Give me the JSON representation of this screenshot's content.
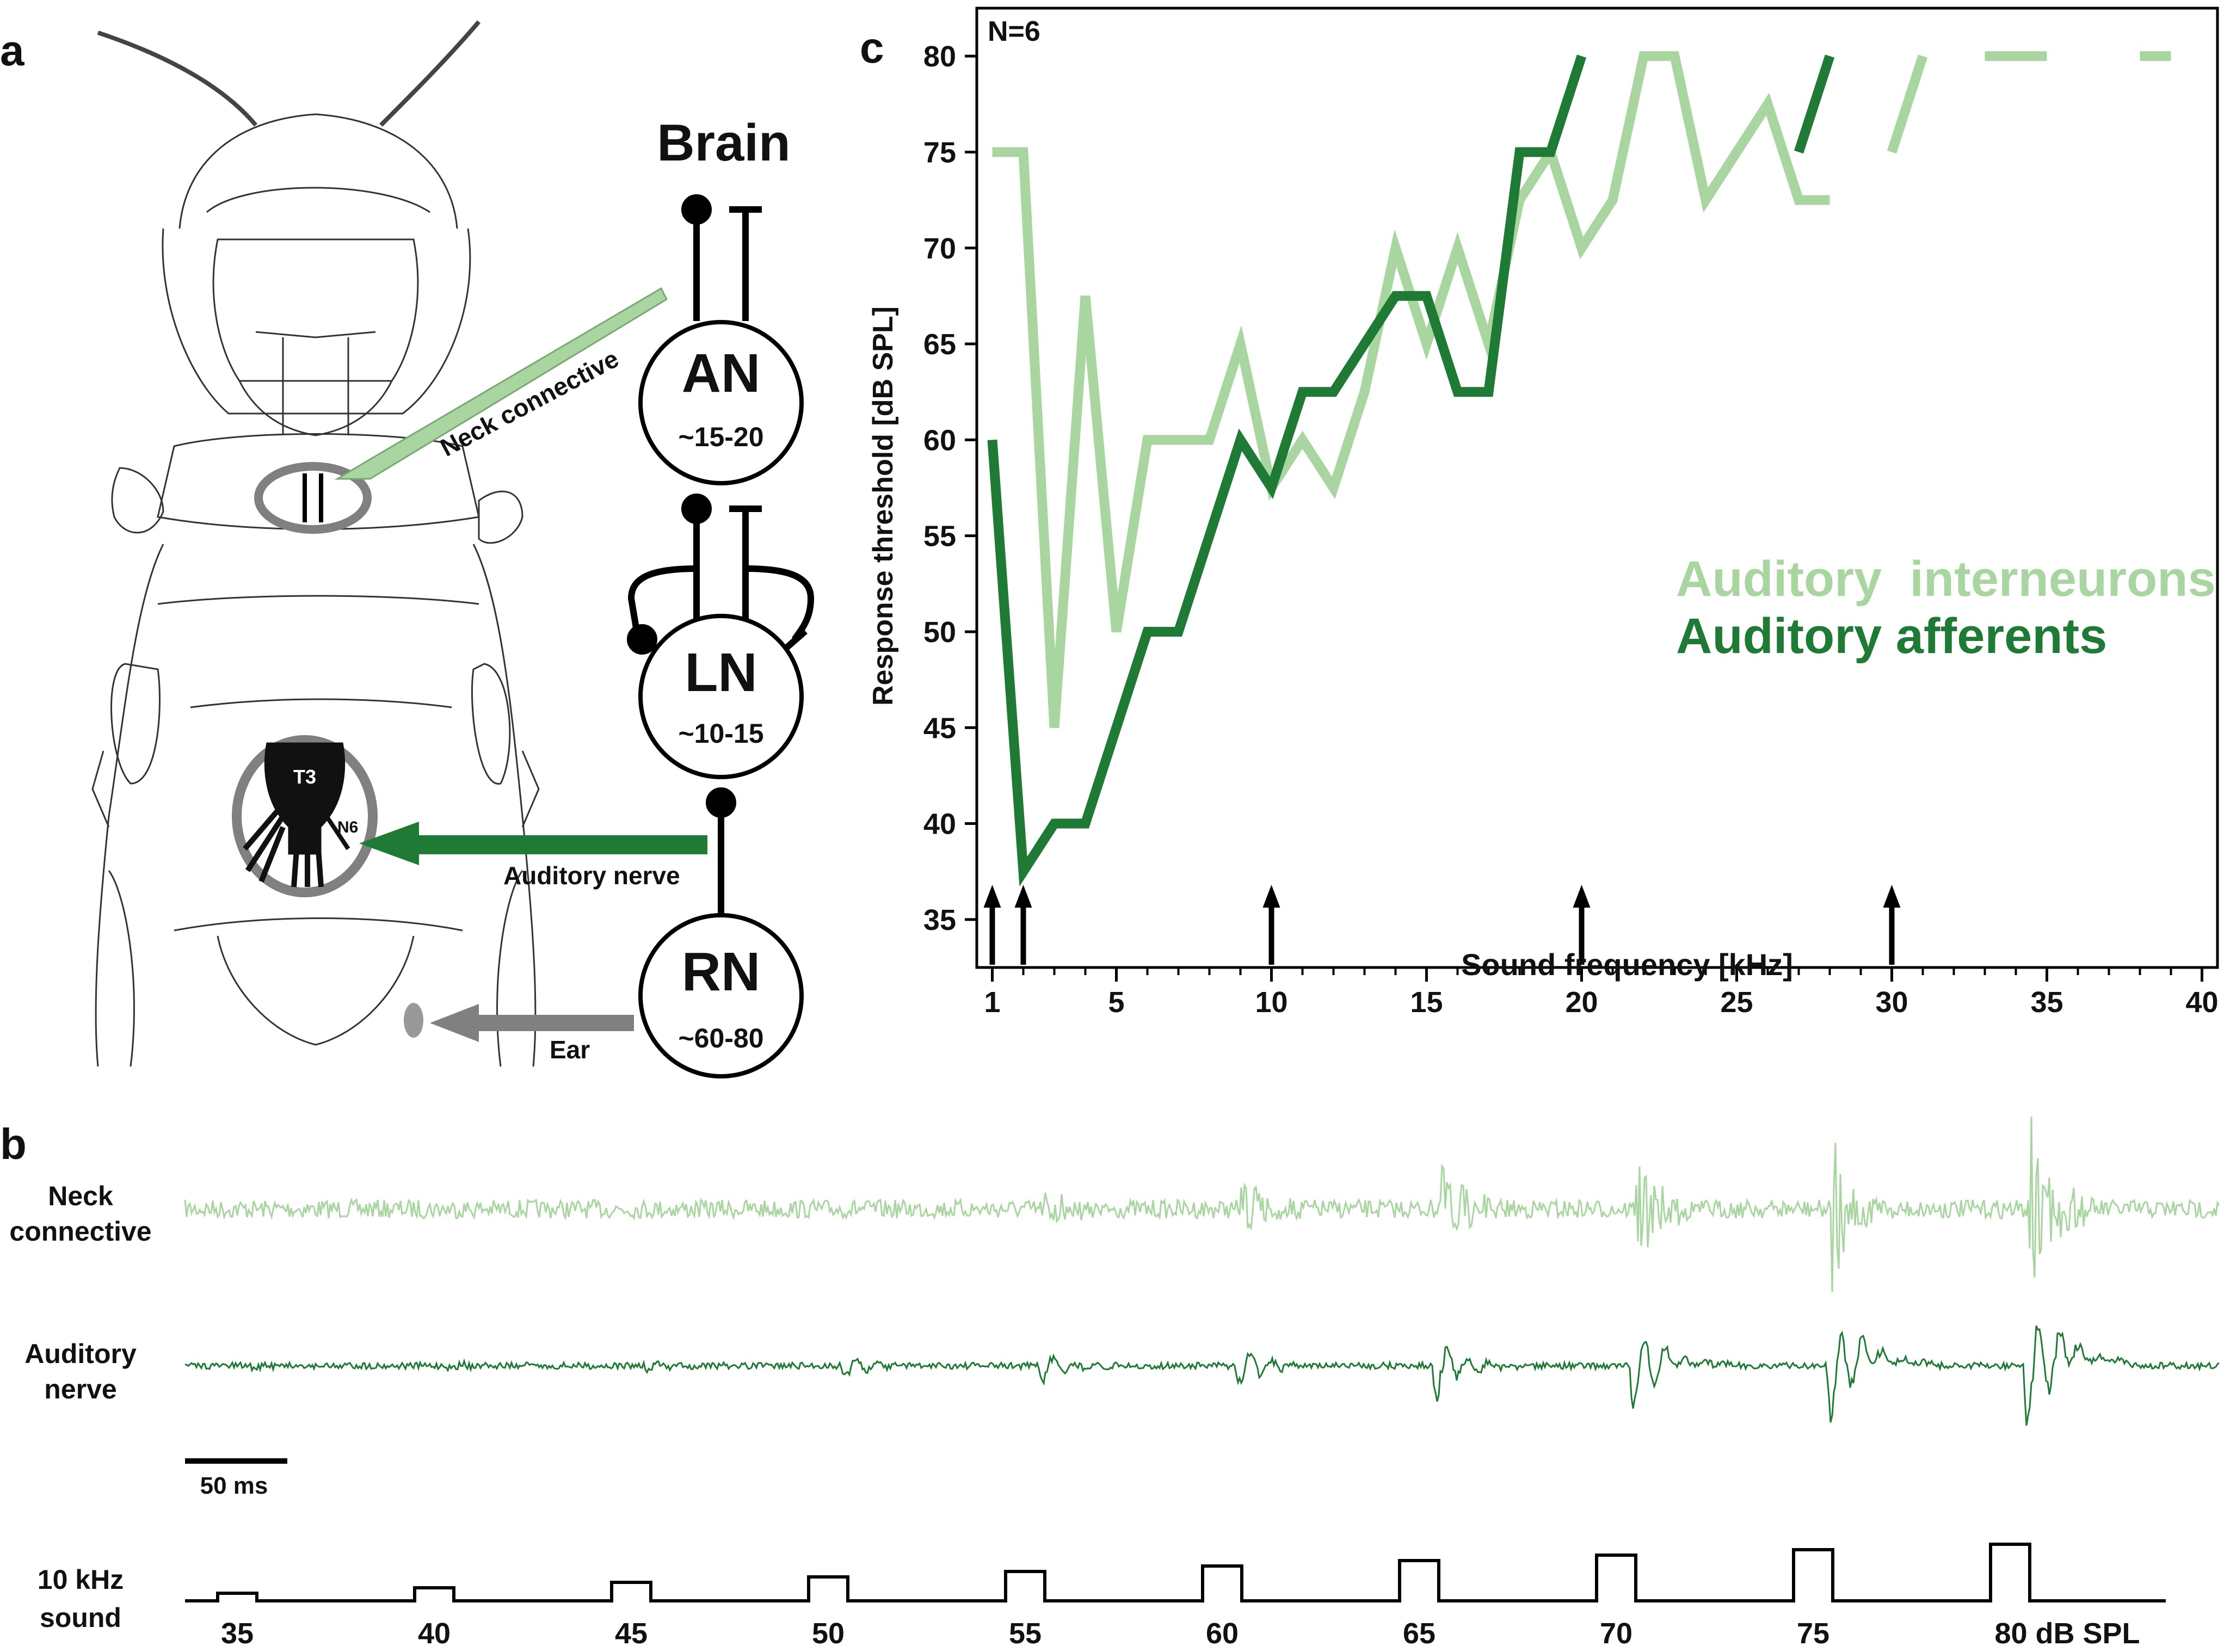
{
  "panels": {
    "a": {
      "label": "a"
    },
    "b": {
      "label": "b"
    },
    "c": {
      "label": "c"
    }
  },
  "diagram": {
    "title": "Brain",
    "neurons": [
      {
        "name": "AN",
        "count": "~15-20"
      },
      {
        "name": "LN",
        "count": "~10-15"
      },
      {
        "name": "RN",
        "count": "~60-80"
      }
    ],
    "ganglion_label": "T3",
    "nerve_label": "N6",
    "arrows": {
      "neck": "Neck connective",
      "nerve": "Auditory nerve",
      "ear": "Ear"
    },
    "colors": {
      "light_green": "#a8d5a0",
      "dark_green": "#1f7a36",
      "gray": "#808080"
    }
  },
  "traces": {
    "neck_label": [
      "Neck",
      "connective"
    ],
    "nerve_label": [
      "Auditory",
      "nerve"
    ],
    "scale_bar": "50 ms",
    "sound_label": [
      "10 kHz",
      "sound"
    ],
    "levels": [
      "35",
      "40",
      "45",
      "50",
      "55",
      "60",
      "65",
      "70",
      "75",
      "80 dB SPL"
    ]
  },
  "chart_data": {
    "type": "line",
    "annotation": "N=6",
    "xlabel": "Sound frequency [kHz]",
    "ylabel": "Response threshold [dB SPL]",
    "xlim": [
      0.5,
      40.5
    ],
    "ylim": [
      32.5,
      82.5
    ],
    "xticks": [
      1,
      5,
      10,
      15,
      20,
      25,
      30,
      35,
      40
    ],
    "yticks": [
      35,
      40,
      45,
      50,
      55,
      60,
      65,
      70,
      75,
      80
    ],
    "test_frequencies_arrows": [
      1,
      2,
      10,
      20,
      30
    ],
    "legend_placement": "right-middle",
    "series": [
      {
        "name": "Auditory  interneurons",
        "color": "#a8d5a0",
        "segments": [
          [
            [
              1,
              75
            ],
            [
              2,
              75
            ],
            [
              3,
              45
            ],
            [
              4,
              67.5
            ],
            [
              5,
              50
            ],
            [
              6,
              60
            ],
            [
              7,
              60
            ],
            [
              8,
              60
            ],
            [
              9,
              65
            ],
            [
              10,
              57.5
            ],
            [
              11,
              60
            ],
            [
              12,
              57.5
            ],
            [
              13,
              62.5
            ],
            [
              14,
              70
            ],
            [
              15,
              65
            ],
            [
              16,
              70
            ],
            [
              17,
              65
            ],
            [
              18,
              72.5
            ],
            [
              19,
              75
            ],
            [
              20,
              70
            ],
            [
              21,
              72.5
            ],
            [
              22,
              80
            ],
            [
              23,
              80
            ],
            [
              24,
              72.5
            ],
            [
              25,
              75
            ],
            [
              26,
              77.5
            ],
            [
              27,
              72.5
            ],
            [
              28,
              72.5
            ]
          ],
          [
            [
              30,
              75
            ],
            [
              31,
              80
            ]
          ],
          [
            [
              33,
              80
            ],
            [
              35,
              80
            ]
          ],
          [
            [
              38,
              80
            ],
            [
              39,
              80
            ]
          ]
        ]
      },
      {
        "name": "Auditory afferents",
        "color": "#1f7a36",
        "segments": [
          [
            [
              1,
              60
            ],
            [
              2,
              37.5
            ],
            [
              3,
              40
            ],
            [
              4,
              40
            ],
            [
              5,
              45
            ],
            [
              6,
              50
            ],
            [
              7,
              50
            ],
            [
              8,
              55
            ],
            [
              9,
              60
            ],
            [
              10,
              57.5
            ],
            [
              11,
              62.5
            ],
            [
              12,
              62.5
            ],
            [
              13,
              65
            ],
            [
              14,
              67.5
            ],
            [
              15,
              67.5
            ],
            [
              16,
              62.5
            ],
            [
              17,
              62.5
            ],
            [
              18,
              75
            ],
            [
              19,
              75
            ],
            [
              20,
              80
            ]
          ],
          [
            [
              27,
              75
            ],
            [
              28,
              80
            ]
          ]
        ]
      }
    ]
  }
}
